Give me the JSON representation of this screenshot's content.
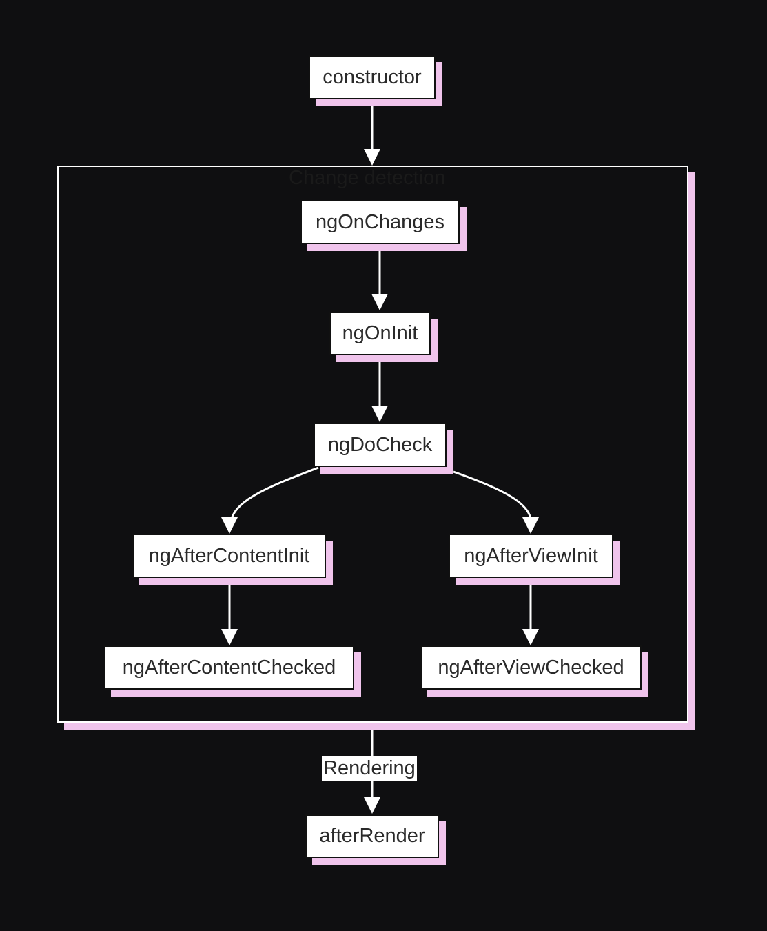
{
  "group": {
    "title": "Change detection"
  },
  "nodes": {
    "constructor": "constructor",
    "ngOnChanges": "ngOnChanges",
    "ngOnInit": "ngOnInit",
    "ngDoCheck": "ngDoCheck",
    "ngAfterContentInit": "ngAfterContentInit",
    "ngAfterViewInit": "ngAfterViewInit",
    "ngAfterContentChecked": "ngAfterContentChecked",
    "ngAfterViewChecked": "ngAfterViewChecked",
    "afterRender": "afterRender"
  },
  "edges": [
    {
      "from": "constructor",
      "to": "change-detection",
      "label": ""
    },
    {
      "from": "ngOnChanges",
      "to": "ngOnInit",
      "label": ""
    },
    {
      "from": "ngOnInit",
      "to": "ngDoCheck",
      "label": ""
    },
    {
      "from": "ngDoCheck",
      "to": "ngAfterContentInit",
      "label": ""
    },
    {
      "from": "ngDoCheck",
      "to": "ngAfterViewInit",
      "label": ""
    },
    {
      "from": "ngAfterContentInit",
      "to": "ngAfterContentChecked",
      "label": ""
    },
    {
      "from": "ngAfterViewInit",
      "to": "ngAfterViewChecked",
      "label": ""
    },
    {
      "from": "change-detection",
      "to": "afterRender",
      "label": "Rendering"
    }
  ],
  "colors": {
    "background": "#0f0f11",
    "node_fill": "#ffffff",
    "node_shadow": "#f0c4ec",
    "edge": "#ffffff"
  }
}
